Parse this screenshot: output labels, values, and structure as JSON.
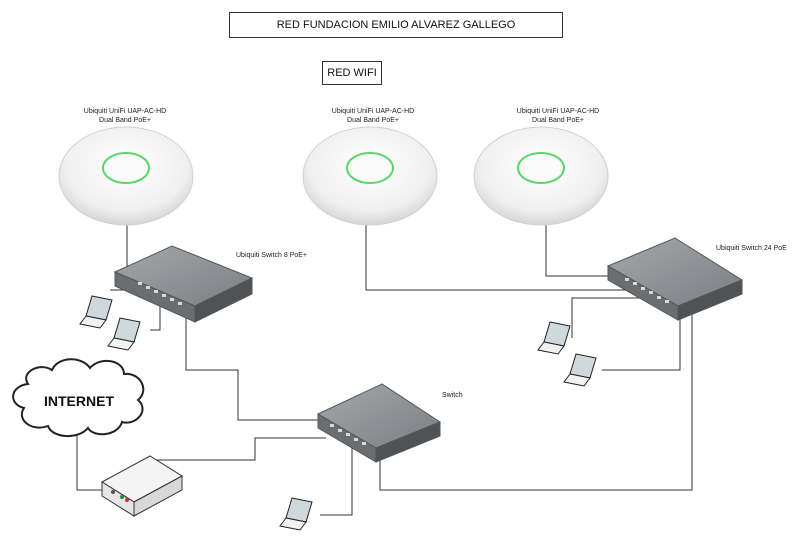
{
  "title": "RED  FUNDACION EMILIO ALVAREZ GALLEGO",
  "wifi_label": "RED  WIFI",
  "access_points": [
    {
      "name_line1": "Ubiquiti UniFi UAP-AC-HD",
      "name_line2": "Dual Band PoE+"
    },
    {
      "name_line1": "Ubiquiti UniFi UAP-AC-HD",
      "name_line2": "Dual Band PoE+"
    },
    {
      "name_line1": "Ubiquiti UniFi UAP-AC-HD",
      "name_line2": "Dual Band PoE+"
    }
  ],
  "switches": {
    "switch_8": "Ubiquiti Switch 8 PoE+",
    "switch_24": "Ubiquiti Switch 24 PoE",
    "switch_main": "Switch"
  },
  "internet_label": "INTERNET",
  "colors": {
    "ap_body": "#f2f2f2",
    "ap_led": "#5cd66a",
    "switch_top": "#8a8d90",
    "switch_front": "#5f6366",
    "line": "#333333"
  }
}
